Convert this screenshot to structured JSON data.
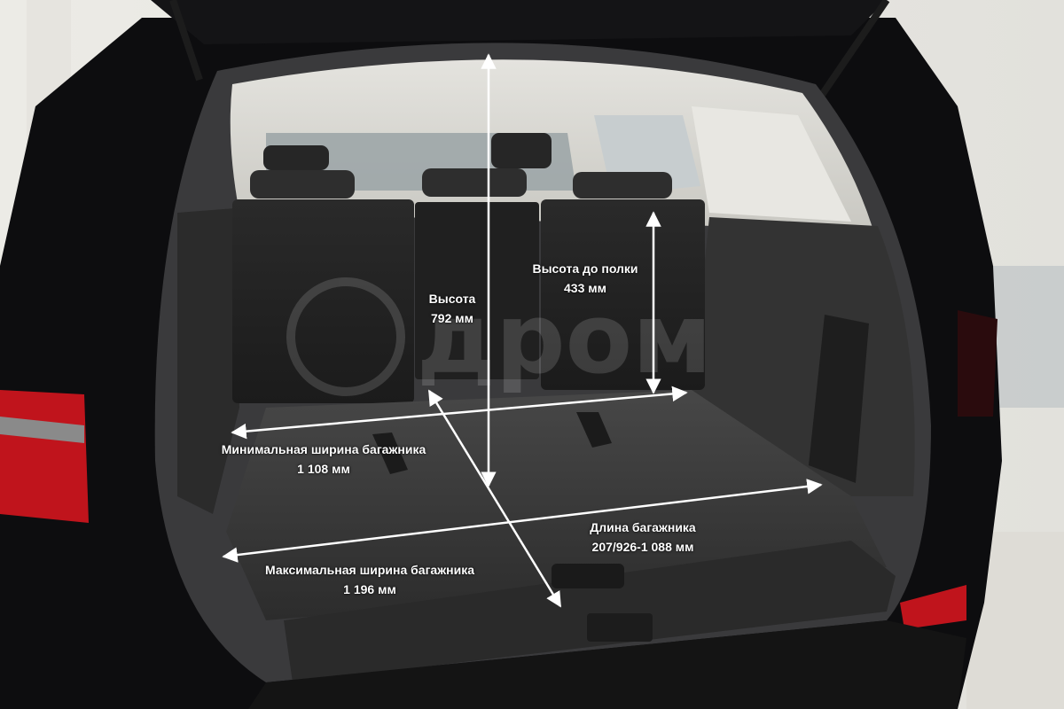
{
  "image": {
    "subject": "open SUV cargo area with dimension annotations",
    "watermark_text": "дром",
    "colors": {
      "arrow": "#ffffff",
      "carpet": "#3a3a3a",
      "body": "#0d0d0f",
      "headliner": "#d9d8d3",
      "tail_light": "#c0141c"
    }
  },
  "annotations": {
    "height": {
      "line1": "Высота",
      "line2": "792 мм"
    },
    "shelf_height": {
      "line1": "Высота до полки",
      "line2": "433 мм"
    },
    "min_width": {
      "line1": "Минимальная ширина багажника",
      "line2": "1 108 мм"
    },
    "length": {
      "line1": "Длина багажника",
      "line2": "207/926-1 088 мм"
    },
    "max_width": {
      "line1": "Максимальная ширина багажника",
      "line2": "1 196 мм"
    }
  }
}
